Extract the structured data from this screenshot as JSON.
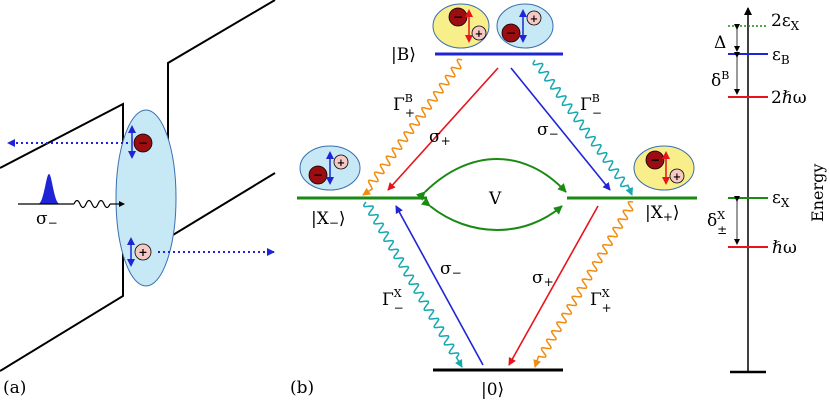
{
  "panels": {
    "a": "(a)",
    "b": "(b)"
  },
  "panel_a": {
    "polarization": "σ",
    "polarization_sub": "−"
  },
  "levels": {
    "B": "|B⟩",
    "Xminus": "|X",
    "Xminus_sub": "−",
    "Xplus": "|X",
    "Xplus_sub": "+",
    "ground": "|0⟩",
    "rangle": "⟩"
  },
  "transitions": {
    "sigma": "σ",
    "plus": "+",
    "minus": "−",
    "V": "V",
    "gamma": "Γ",
    "sup_B": "B",
    "sup_X": "X"
  },
  "energy_axis": {
    "label": "Energy",
    "two_eps_x": "2ε",
    "two_eps_x_sub": "X",
    "delta": "Δ",
    "eps_b": "ε",
    "eps_b_sub": "B",
    "delta_b": "δ",
    "delta_b_sup": "B",
    "two_hbar_omega": "2ℏω",
    "eps_x": "ε",
    "eps_x_sub": "X",
    "delta_x": "δ",
    "delta_x_sup": "X",
    "delta_x_sub": "±",
    "hbar_omega": "ℏω"
  },
  "charges": {
    "electron": "−",
    "hole": "+"
  },
  "colors": {
    "red": "#e8141c",
    "blue": "#1f25d6",
    "green": "#1a8a12",
    "orange": "#f08c10",
    "cyan": "#16a8b0",
    "bubble_blue": "#c7e8f5",
    "bubble_yellow": "#f8ee8a",
    "electron": "#9c0d12",
    "hole": "#f6c9c4"
  }
}
